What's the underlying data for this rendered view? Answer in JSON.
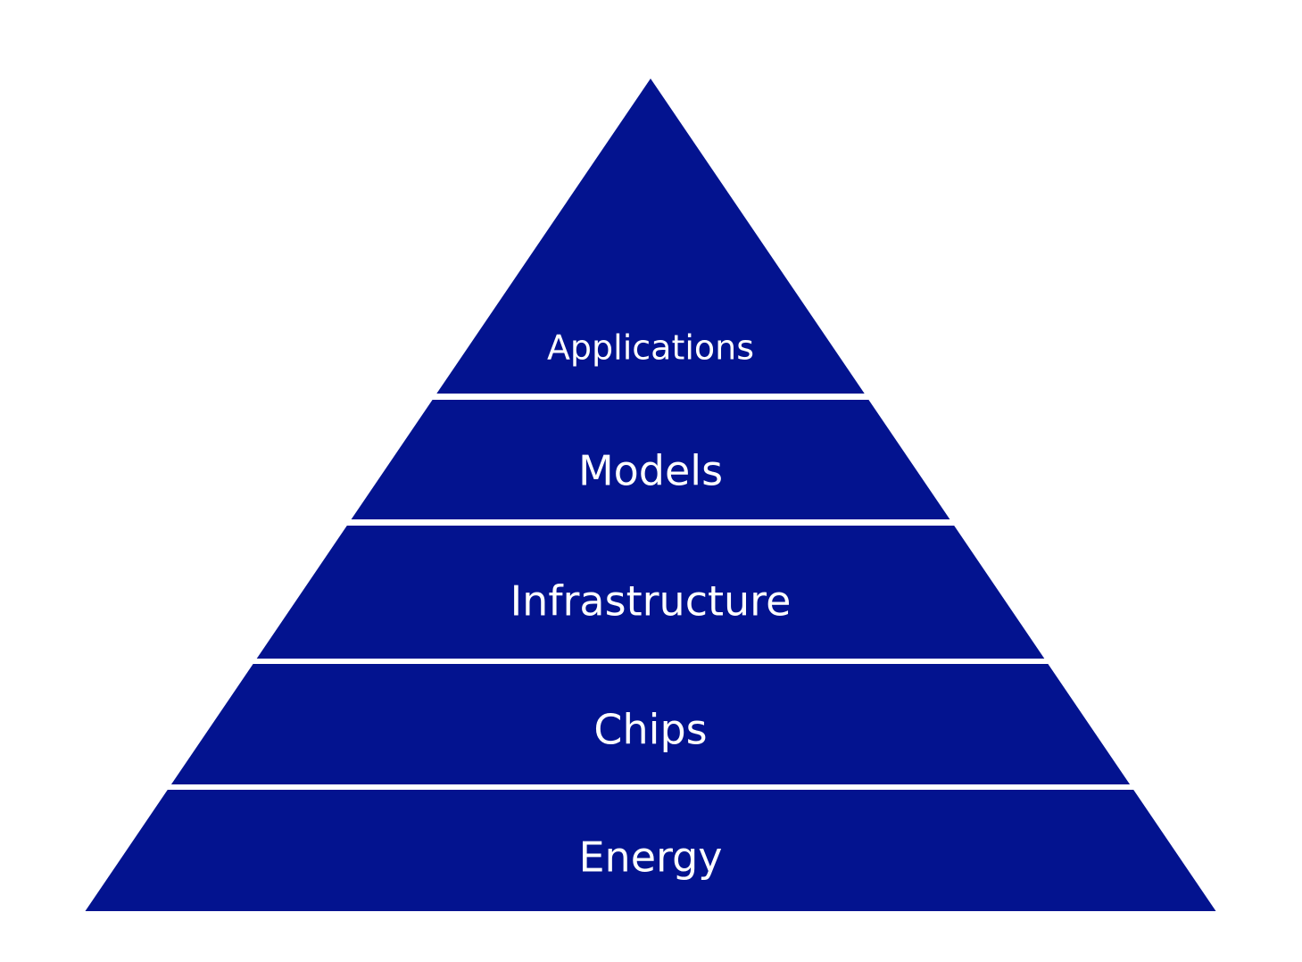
{
  "colors": {
    "tier_fill": "#03138f",
    "separator": "#ffffff",
    "label": "#ffffff",
    "background": "#ffffff"
  },
  "tiers": [
    {
      "label": "Applications"
    },
    {
      "label": "Models"
    },
    {
      "label": "Infrastructure"
    },
    {
      "label": "Chips"
    },
    {
      "label": "Energy"
    }
  ]
}
